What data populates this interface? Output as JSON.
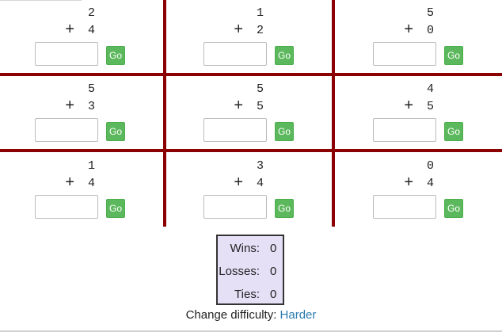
{
  "game": {
    "problems": [
      {
        "top": "2",
        "bottom": "4",
        "op": "+",
        "answer": "",
        "go_label": "Go"
      },
      {
        "top": "1",
        "bottom": "2",
        "op": "+",
        "answer": "",
        "go_label": "Go"
      },
      {
        "top": "5",
        "bottom": "0",
        "op": "+",
        "answer": "",
        "go_label": "Go"
      },
      {
        "top": "5",
        "bottom": "3",
        "op": "+",
        "answer": "",
        "go_label": "Go"
      },
      {
        "top": "5",
        "bottom": "5",
        "op": "+",
        "answer": "",
        "go_label": "Go"
      },
      {
        "top": "4",
        "bottom": "5",
        "op": "+",
        "answer": "",
        "go_label": "Go"
      },
      {
        "top": "1",
        "bottom": "4",
        "op": "+",
        "answer": "",
        "go_label": "Go"
      },
      {
        "top": "3",
        "bottom": "4",
        "op": "+",
        "answer": "",
        "go_label": "Go"
      },
      {
        "top": "0",
        "bottom": "4",
        "op": "+",
        "answer": "",
        "go_label": "Go"
      }
    ]
  },
  "score": {
    "wins_label": "Wins:",
    "wins": "0",
    "losses_label": "Losses:",
    "losses": "0",
    "ties_label": "Ties:",
    "ties": "0"
  },
  "difficulty": {
    "label": "Change difficulty:",
    "link": "Harder"
  },
  "colors": {
    "grid_lines": "#8b0000",
    "go_button": "#5cb85c",
    "score_bg": "#e6e0f7",
    "link": "#2a7ab0"
  }
}
